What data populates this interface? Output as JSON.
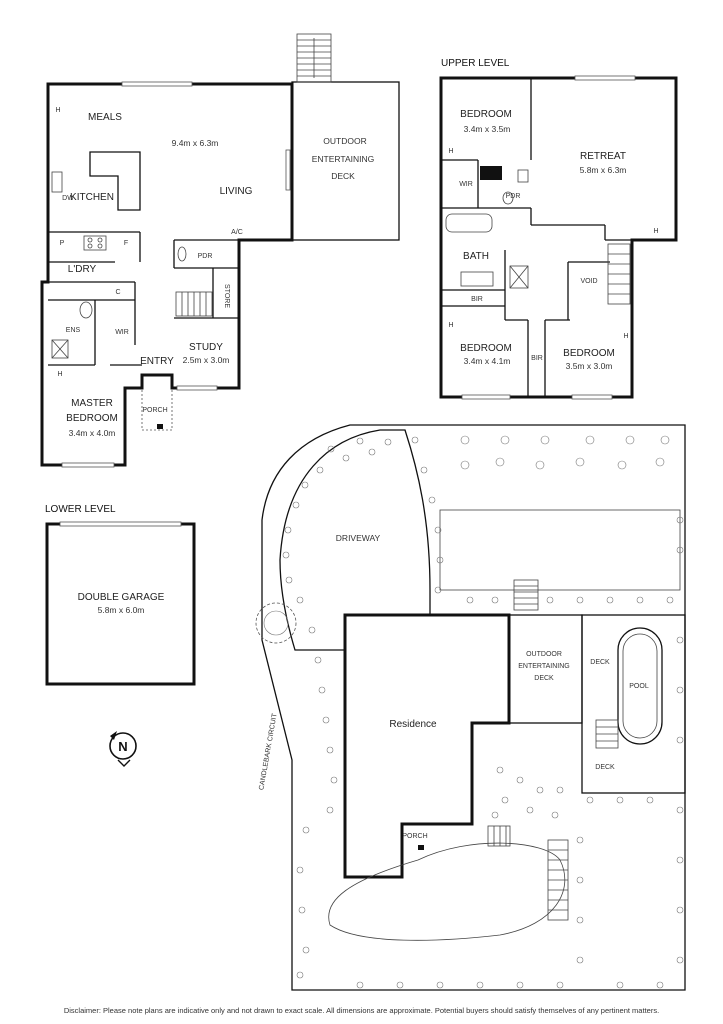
{
  "levels": {
    "upper_heading": "UPPER LEVEL",
    "lower_heading": "LOWER LEVEL"
  },
  "ground_floor": {
    "meals": "MEALS",
    "main_dims": "9.4m x 6.3m",
    "kitchen": "KITCHEN",
    "living": "LIVING",
    "outdoor_deck_line1": "OUTDOOR",
    "outdoor_deck_line2": "ENTERTAINING",
    "outdoor_deck_line3": "DECK",
    "ac": "A/C",
    "pdr": "PDR",
    "store": "STORE",
    "study": "STUDY",
    "study_dims": "2.5m x 3.0m",
    "entry": "ENTRY",
    "porch": "PORCH",
    "laundry": "L'DRY",
    "pantry": "P",
    "fridge": "F",
    "ens": "ENS",
    "wir": "WIR",
    "master_line1": "MASTER",
    "master_line2": "BEDROOM",
    "master_dims": "3.4m x 4.0m",
    "dw": "DW",
    "c": "C",
    "h": "H"
  },
  "upper_floor": {
    "bed1": "BEDROOM",
    "bed1_dims": "3.4m x 3.5m",
    "retreat": "RETREAT",
    "retreat_dims": "5.8m x 6.3m",
    "wir": "WIR",
    "pdr": "PDR",
    "bath": "BATH",
    "bir1": "BIR",
    "void": "VOID",
    "bed2": "BEDROOM",
    "bed2_dims": "3.4m x 4.1m",
    "bir2": "BIR",
    "bed3": "BEDROOM",
    "bed3_dims": "3.5m x 3.0m",
    "h": "H"
  },
  "lower_floor": {
    "garage": "DOUBLE GARAGE",
    "garage_dims": "5.8m x 6.0m"
  },
  "site": {
    "driveway": "DRIVEWAY",
    "residence": "Residence",
    "outdoor_line1": "OUTDOOR",
    "outdoor_line2": "ENTERTAINING",
    "outdoor_line3": "DECK",
    "deck1": "DECK",
    "deck2": "DECK",
    "pool": "POOL",
    "porch": "PORCH",
    "street": "CANDLEBARK CIRCUIT"
  },
  "compass": {
    "letter": "N",
    "icon": "north-arrow-icon"
  },
  "disclaimer": "Disclaimer: Please note plans are indicative only and not drawn to exact scale. All dimensions are approximate. Potential buyers should satisfy themselves of any pertinent matters."
}
